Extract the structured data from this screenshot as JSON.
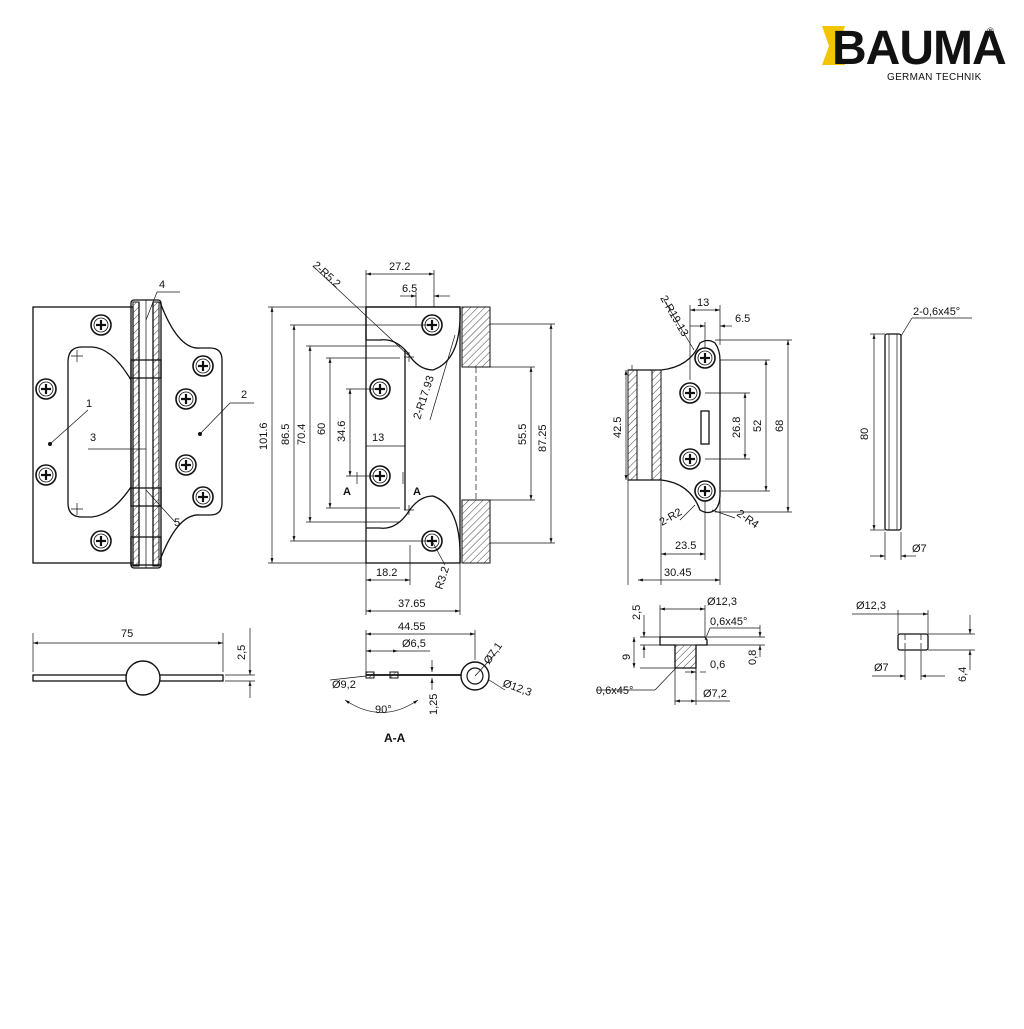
{
  "brand": {
    "logo_text": "BAUMA",
    "registered_mark": "®",
    "tagline": "GERMAN TECHNIK",
    "accent_color": "#F2C500"
  },
  "front_view": {
    "callouts": [
      "1",
      "2",
      "3",
      "4",
      "5"
    ],
    "width_label": "75",
    "thickness_label": "2,5"
  },
  "profile_view": {
    "top_dims": [
      "27.2",
      "6.5"
    ],
    "radius_labels": [
      "2-R5.2",
      "2-R17.93",
      "R3.2"
    ],
    "vertical_dims": [
      "101.6",
      "86.5",
      "70.4",
      "60",
      "34.6",
      "55.5",
      "87.25"
    ],
    "mid_dim": "13",
    "bottom_dims": [
      "18.2",
      "37.65"
    ],
    "section_marks": [
      "A",
      "A"
    ]
  },
  "section_view": {
    "dims": [
      "44.55",
      "Ø6,5",
      "Ø7,1",
      "Ø9,2",
      "Ø12,3",
      "90°",
      "1,25"
    ],
    "title": "A-A"
  },
  "plate_view": {
    "top_dims": [
      "13",
      "6.5"
    ],
    "radius_labels": [
      "2-R19.13",
      "2-R2",
      "2-R4"
    ],
    "vertical_dims": [
      "42.5",
      "26.8",
      "52",
      "68"
    ],
    "bottom_dims": [
      "23.5",
      "30.45"
    ]
  },
  "bushing_view": {
    "dims": [
      "2,5",
      "Ø12,3",
      "0,6x45°",
      "9",
      "0,8",
      "0,6",
      "0,6x45°",
      "Ø7,2"
    ]
  },
  "pin_view": {
    "dims": [
      "2-0,6x45°",
      "80",
      "Ø7"
    ]
  },
  "cap_view": {
    "dims": [
      "Ø12,3",
      "Ø7",
      "6,4"
    ]
  }
}
